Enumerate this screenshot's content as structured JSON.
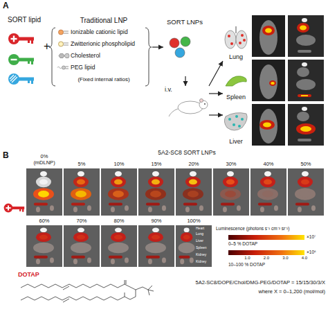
{
  "diagram": {
    "nodes": [
      {
        "text": [
          "SORT lipid"
        ]
      },
      {
        "text": [
          "Traditional LNP",
          "Ionizable cationic lipid",
          "Zwitterionic phospholipid",
          "Cholesterol",
          "PEG lipid",
          "(Fixed internal ratios)"
        ]
      },
      {
        "text": [
          "SORT LNPs"
        ]
      },
      {
        "text": [
          "i.v."
        ]
      },
      {
        "text": [
          "Lung"
        ]
      },
      {
        "text": [
          "Spleen"
        ]
      },
      {
        "text": [
          "Liver"
        ]
      }
    ],
    "edges": [
      {
        "from": 1,
        "to": 2,
        "arrow": "to"
      },
      {
        "from": 2,
        "to": 3,
        "arrow": "to"
      },
      {
        "from": 3,
        "to": 4,
        "arrow": "to"
      },
      {
        "from": 3,
        "to": 5,
        "arrow": "to"
      },
      {
        "from": 3,
        "to": 6,
        "arrow": "to"
      }
    ],
    "labels": [
      "A",
      "+",
      "B",
      "5A2-SC8 SORT LNPs",
      "0% (mDLNP)",
      "5%",
      "10%",
      "15%",
      "20%",
      "30%",
      "40%",
      "50%",
      "60%",
      "70%",
      "80%",
      "90%",
      "100%",
      "Heart",
      "Lung",
      "Liver",
      "Spleen",
      "Kidney",
      "Kidney",
      "Luminescence (photons s⁻¹ cm⁻² sr⁻¹)",
      "×10⁷",
      "×10⁶",
      "1.0",
      "2.0",
      "3.0",
      "4.0",
      "DOTAP",
      "5A2-SC8/DOPE/Chol/DMG-PEG/DOTAP = 15/15/30/3/X",
      "where X = 0–1,200 (mol/mol)"
    ],
    "legend": [
      {
        "text": "0–5 % DOTAP"
      },
      {
        "text": "10–100 % DOTAP"
      }
    ]
  }
}
